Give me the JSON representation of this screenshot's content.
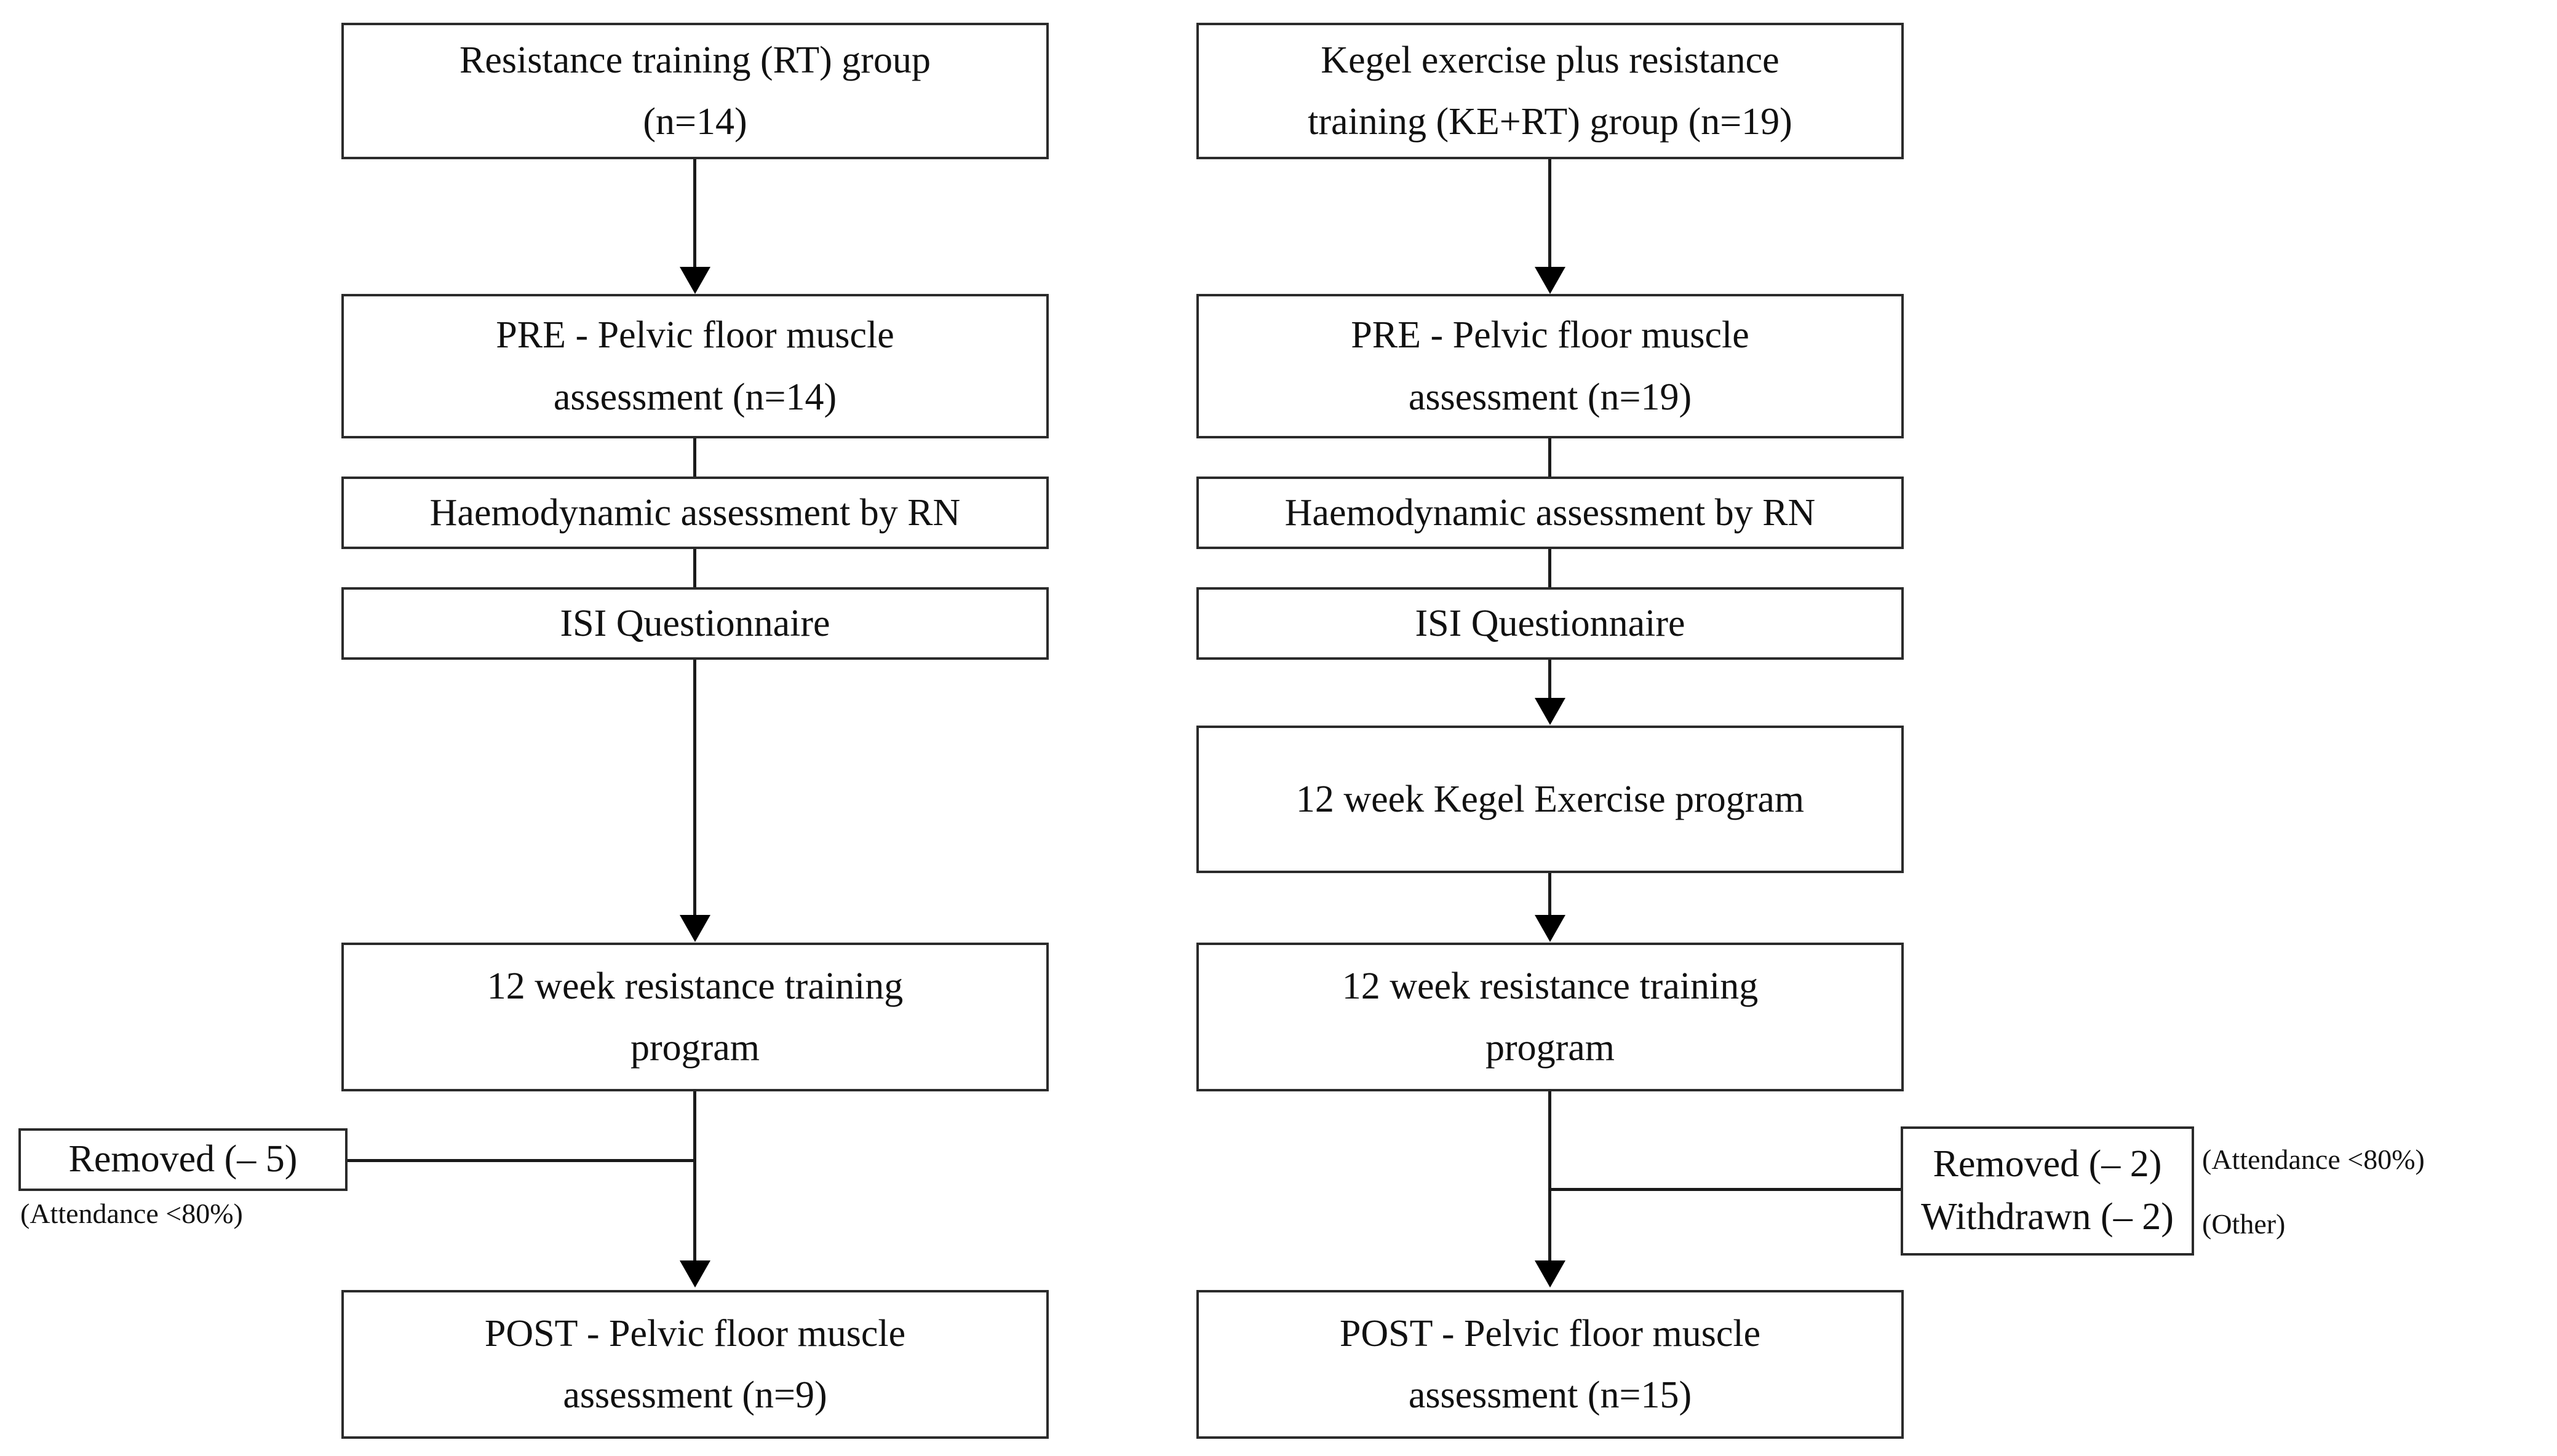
{
  "diagram": {
    "title": "Study flow diagram: RT group and KE+RT group",
    "type": "flowchart",
    "line_color": "#2b2b2b",
    "background": "#ffffff",
    "text_color": "#111111"
  },
  "columns": [
    {
      "id": "rt",
      "group_label_line1": "Resistance training (RT) group",
      "group_label_line2": "(n=14)",
      "pre_line1": "PRE - Pelvic floor muscle",
      "pre_line2": "assessment (n=14)",
      "haemodynamic": "Haemodynamic assessment by RN",
      "isi": "ISI Questionnaire",
      "rt_program_line1": "12 week resistance training",
      "rt_program_line2": "program",
      "post_line1": "POST - Pelvic floor muscle",
      "post_line2": "assessment (n=9)",
      "exit": {
        "rows": [
          "Removed (– 5)"
        ],
        "notes": [
          "(Attendance <80%)"
        ]
      }
    },
    {
      "id": "kert",
      "group_label_line1": "Kegel exercise plus resistance",
      "group_label_line2": "training (KE+RT) group (n=19)",
      "pre_line1": "PRE - Pelvic floor muscle",
      "pre_line2": "assessment (n=19)",
      "haemodynamic": "Haemodynamic assessment by RN",
      "isi": "ISI Questionnaire",
      "kegel_program": "12 week Kegel Exercise program",
      "rt_program_line1": "12 week resistance training",
      "rt_program_line2": "program",
      "post_line1": "POST - Pelvic floor muscle",
      "post_line2": "assessment (n=15)",
      "exit": {
        "rows": [
          "Removed (– 2)",
          "Withdrawn (– 2)"
        ],
        "notes": [
          "(Attendance <80%)",
          "(Other)"
        ]
      }
    }
  ]
}
